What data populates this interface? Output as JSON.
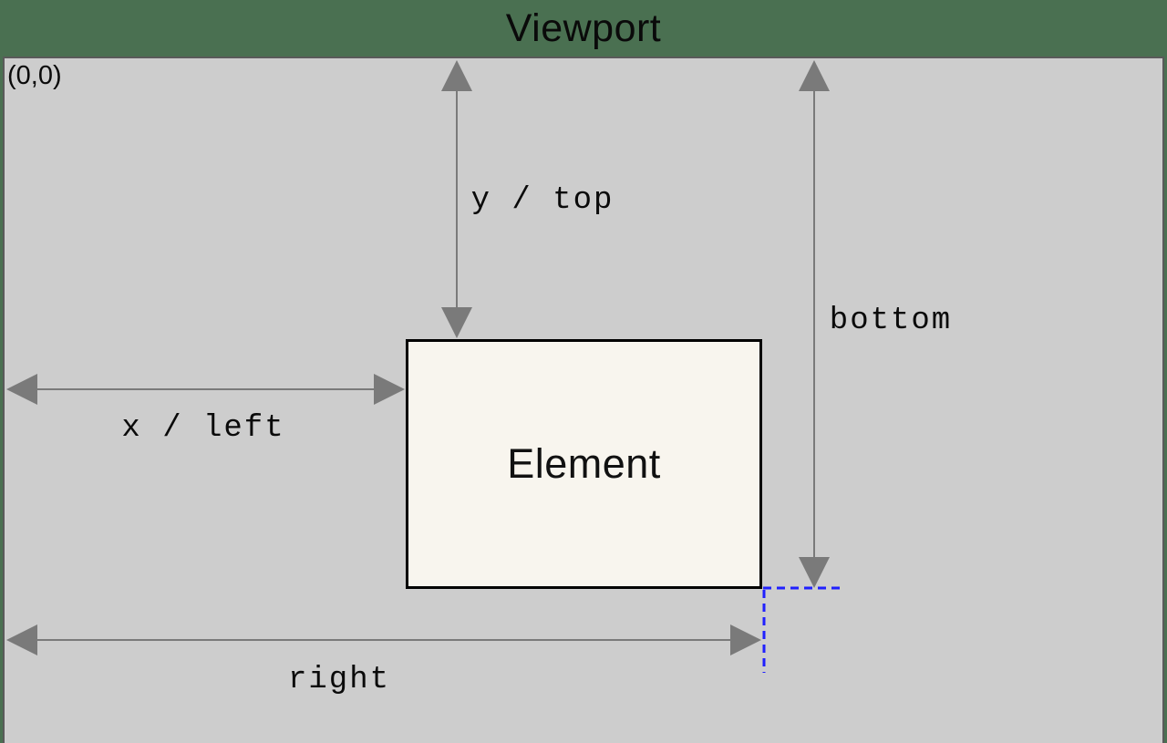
{
  "title": "Viewport",
  "origin_label": "(0,0)",
  "element": {
    "label": "Element"
  },
  "measurements": {
    "top": {
      "label": "y / top"
    },
    "left": {
      "label": "x / left"
    },
    "bottom": {
      "label": "bottom"
    },
    "right": {
      "label": "right"
    }
  },
  "colors": {
    "background": "#4a7051",
    "viewport_fill": "#cdcdcd",
    "viewport_border": "#5a5a5a",
    "element_fill": "#f8f5ee",
    "element_border": "#000000",
    "arrow": "#7a7a7a",
    "guide_dash": "#2020ff",
    "text": "#000000"
  }
}
